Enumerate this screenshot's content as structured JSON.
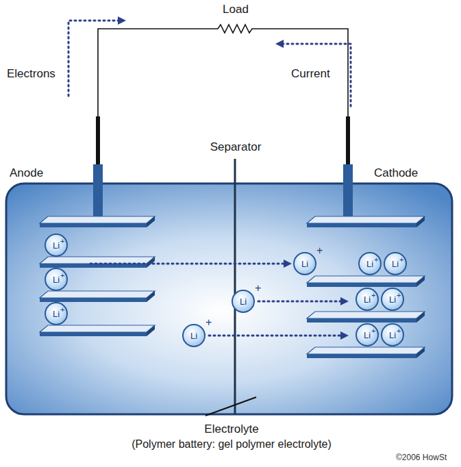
{
  "diagram": {
    "nodes": [
      {
        "text": [
          "Li",
          "+"
        ]
      },
      {
        "text": [
          "Li",
          "+"
        ]
      },
      {
        "text": [
          "Li",
          "+"
        ]
      },
      {
        "text": [
          "Li",
          "+"
        ]
      },
      {
        "text": [
          "Li",
          "+"
        ]
      },
      {
        "text": [
          "Li",
          "+"
        ]
      },
      {
        "text": [
          "Li",
          "+"
        ]
      },
      {
        "text": [
          "Li",
          "+"
        ]
      },
      {
        "text": [
          "Li",
          "+"
        ]
      },
      {
        "text": [
          "Li",
          "+"
        ]
      },
      {
        "text": [
          "Li",
          "+"
        ]
      },
      {
        "text": [
          "Li",
          "+"
        ]
      }
    ],
    "labels": [
      "Load",
      "Electrons",
      "Current",
      "Separator",
      "Anode",
      "Cathode",
      "Electrolyte",
      "(Polymer battery: gel polymer electrolyte)",
      "©2006 HowSt"
    ]
  }
}
